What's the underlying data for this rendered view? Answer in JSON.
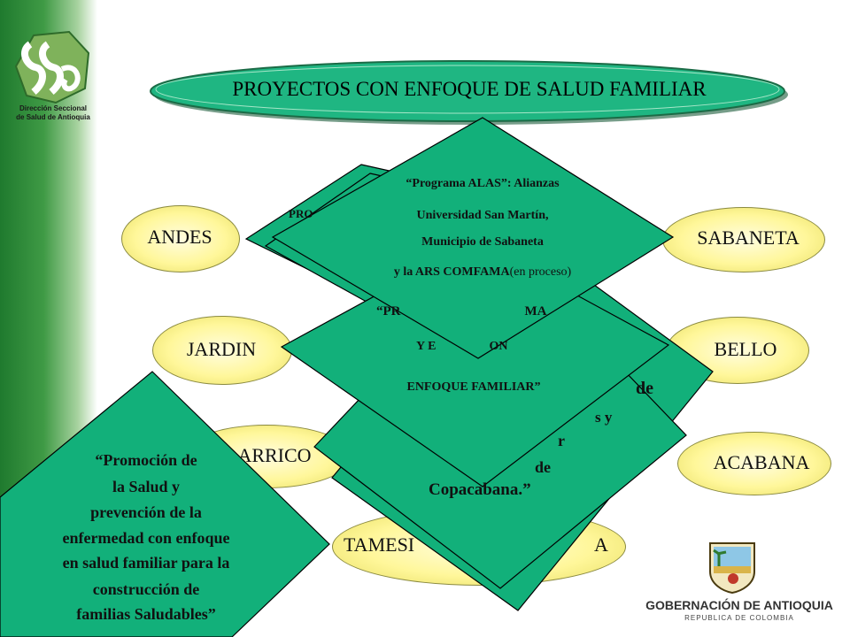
{
  "sidebar": {
    "logo_icon": "ssa-map-logo-icon",
    "logo_caption_line1": "Dirección Seccional",
    "logo_caption_line2": "de Salud de Antioquia"
  },
  "title": "PROYECTOS CON ENFOQUE DE SALUD FAMILIAR",
  "municipalities": {
    "andes": "ANDES",
    "jardin": "JARDIN",
    "girardota": "ARRICO",
    "tamesis": "TAMESI",
    "sabaneta": "SABANETA",
    "bello": "BELLO",
    "copacabana": "ACABANA",
    "other": "A"
  },
  "diamonds": {
    "back_left_fragment": "PRO",
    "top": {
      "line1": "“Programa ALAS”: Alianzas",
      "line2": "Universidad San Martín,",
      "line3": "Municipio de Sabaneta",
      "line4_bold": "y la ARS COMFAMA",
      "line4_normal": "(en proceso)"
    },
    "middle": {
      "line1": "“PR",
      "line1b": "MA",
      "line2": "Y E",
      "line2b": "ON",
      "line3": "ENFOQUE FAMILIAR”"
    },
    "back_right_fragments": {
      "de": "de",
      "y": "s y",
      "r": "r",
      "de2": "de",
      "copacabana": "Copacabana.”"
    },
    "left": {
      "line1": "“Promoción de",
      "line2": "la Salud y",
      "line3": "prevención de la",
      "line4": "enfermedad con enfoque",
      "line5": "en salud familiar para la",
      "line6": "construcción de",
      "line7": "familias Saludables”"
    }
  },
  "footer": {
    "gob_logo_icon": "antioquia-coat-of-arms-icon",
    "gob_name": "GOBERNACIÓN DE ANTIOQUIA",
    "gob_subtitle": "REPUBLICA DE COLOMBIA"
  },
  "colors": {
    "diamond_fill": "#12b07a",
    "title_pill": "#1fb682",
    "ellipse_fill": "#fff79a",
    "sidebar_green": "#1f7a2e"
  }
}
